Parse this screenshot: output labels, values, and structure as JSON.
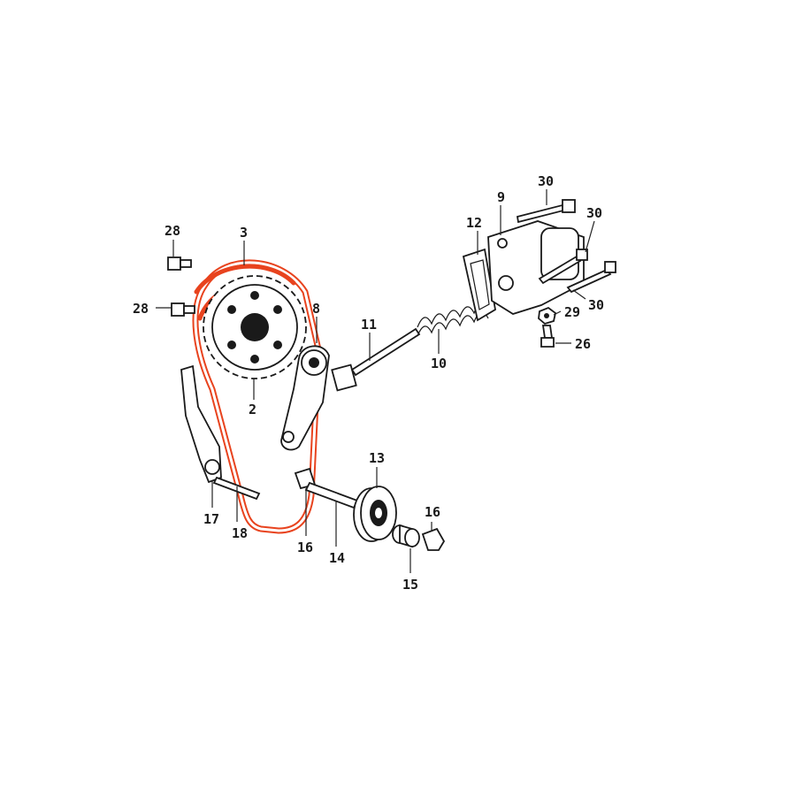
{
  "colors": {
    "chain_highlight": "#e8431e",
    "ink": "#1a1a1a",
    "background": "#ffffff"
  },
  "callouts": {
    "p2": "2",
    "p3": "3",
    "p8": "8",
    "p9": "9",
    "p10": "10",
    "p11": "11",
    "p12": "12",
    "p13": "13",
    "p14": "14",
    "p15": "15",
    "p16a": "16",
    "p16b": "16",
    "p17": "17",
    "p18": "18",
    "p26": "26",
    "p28a": "28",
    "p28b": "28",
    "p29": "29",
    "p30a": "30",
    "p30b": "30",
    "p30c": "30"
  }
}
